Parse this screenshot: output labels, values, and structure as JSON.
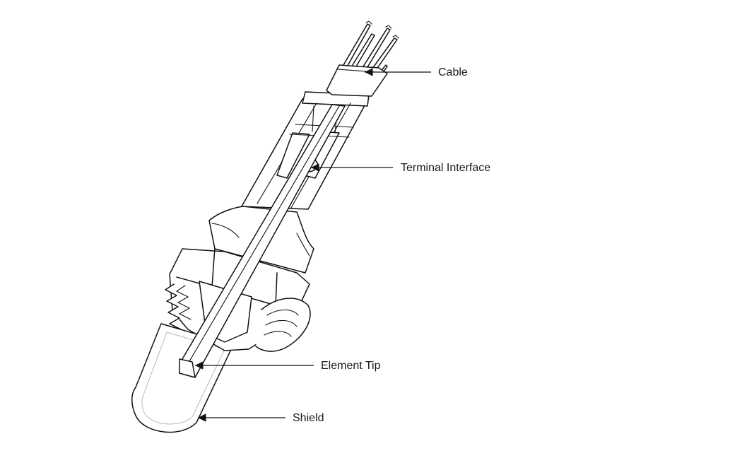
{
  "diagram": {
    "callouts": [
      {
        "id": "cable",
        "label": "Cable"
      },
      {
        "id": "terminal",
        "label": "Terminal Interface"
      },
      {
        "id": "element",
        "label": "Element Tip"
      },
      {
        "id": "shield",
        "label": "Shield"
      }
    ]
  },
  "colors": {
    "line": "#111111",
    "background": "#ffffff",
    "inner_line": "#b8b8b8"
  }
}
